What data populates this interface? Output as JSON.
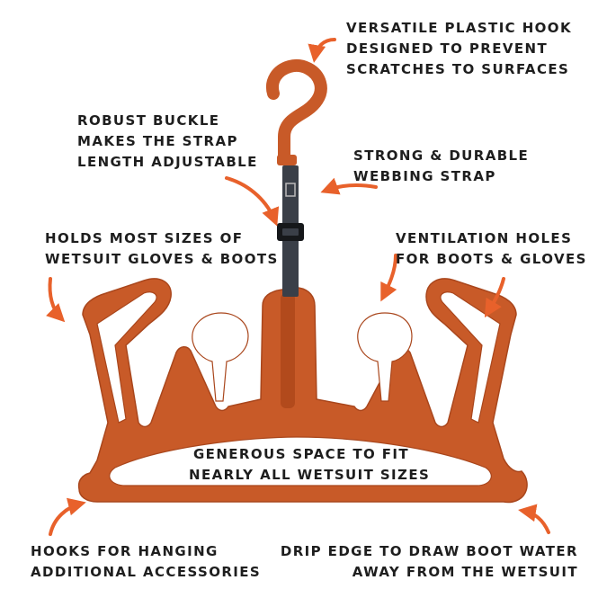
{
  "colors": {
    "hanger": "#c85a28",
    "hanger_shade": "#a9461c",
    "arrow": "#e8612b",
    "strap": "#3a3f48",
    "buckle": "#16181b",
    "text": "#1e1e1e",
    "panel": "#ffffff"
  },
  "icons": [
    "hook-icon",
    "buckle-icon",
    "webbing-strap-icon",
    "arrow-icon"
  ],
  "labels": {
    "hook": {
      "line1": "VERSATILE PLASTIC HOOK",
      "line2": "DESIGNED TO PREVENT",
      "line3": "SCRATCHES TO SURFACES"
    },
    "buckle": {
      "line1": "ROBUST BUCKLE",
      "line2": "MAKES THE STRAP",
      "line3": "LENGTH ADJUSTABLE"
    },
    "strap": {
      "line1": "STRONG & DURABLE",
      "line2": "WEBBING STRAP"
    },
    "gloves": {
      "line1": "HOLDS MOST SIZES OF",
      "line2": "WETSUIT GLOVES & BOOTS"
    },
    "ventilation": {
      "line1": "VENTILATION HOLES",
      "line2": "FOR BOOTS & GLOVES"
    },
    "space": {
      "line1": "GENEROUS SPACE TO FIT",
      "line2": "NEARLY ALL WETSUIT SIZES"
    },
    "hooks": {
      "line1": "HOOKS FOR HANGING",
      "line2": "ADDITIONAL ACCESSORIES"
    },
    "drip": {
      "line1": "DRIP EDGE TO DRAW BOOT WATER",
      "line2": "AWAY FROM THE WETSUIT"
    }
  }
}
